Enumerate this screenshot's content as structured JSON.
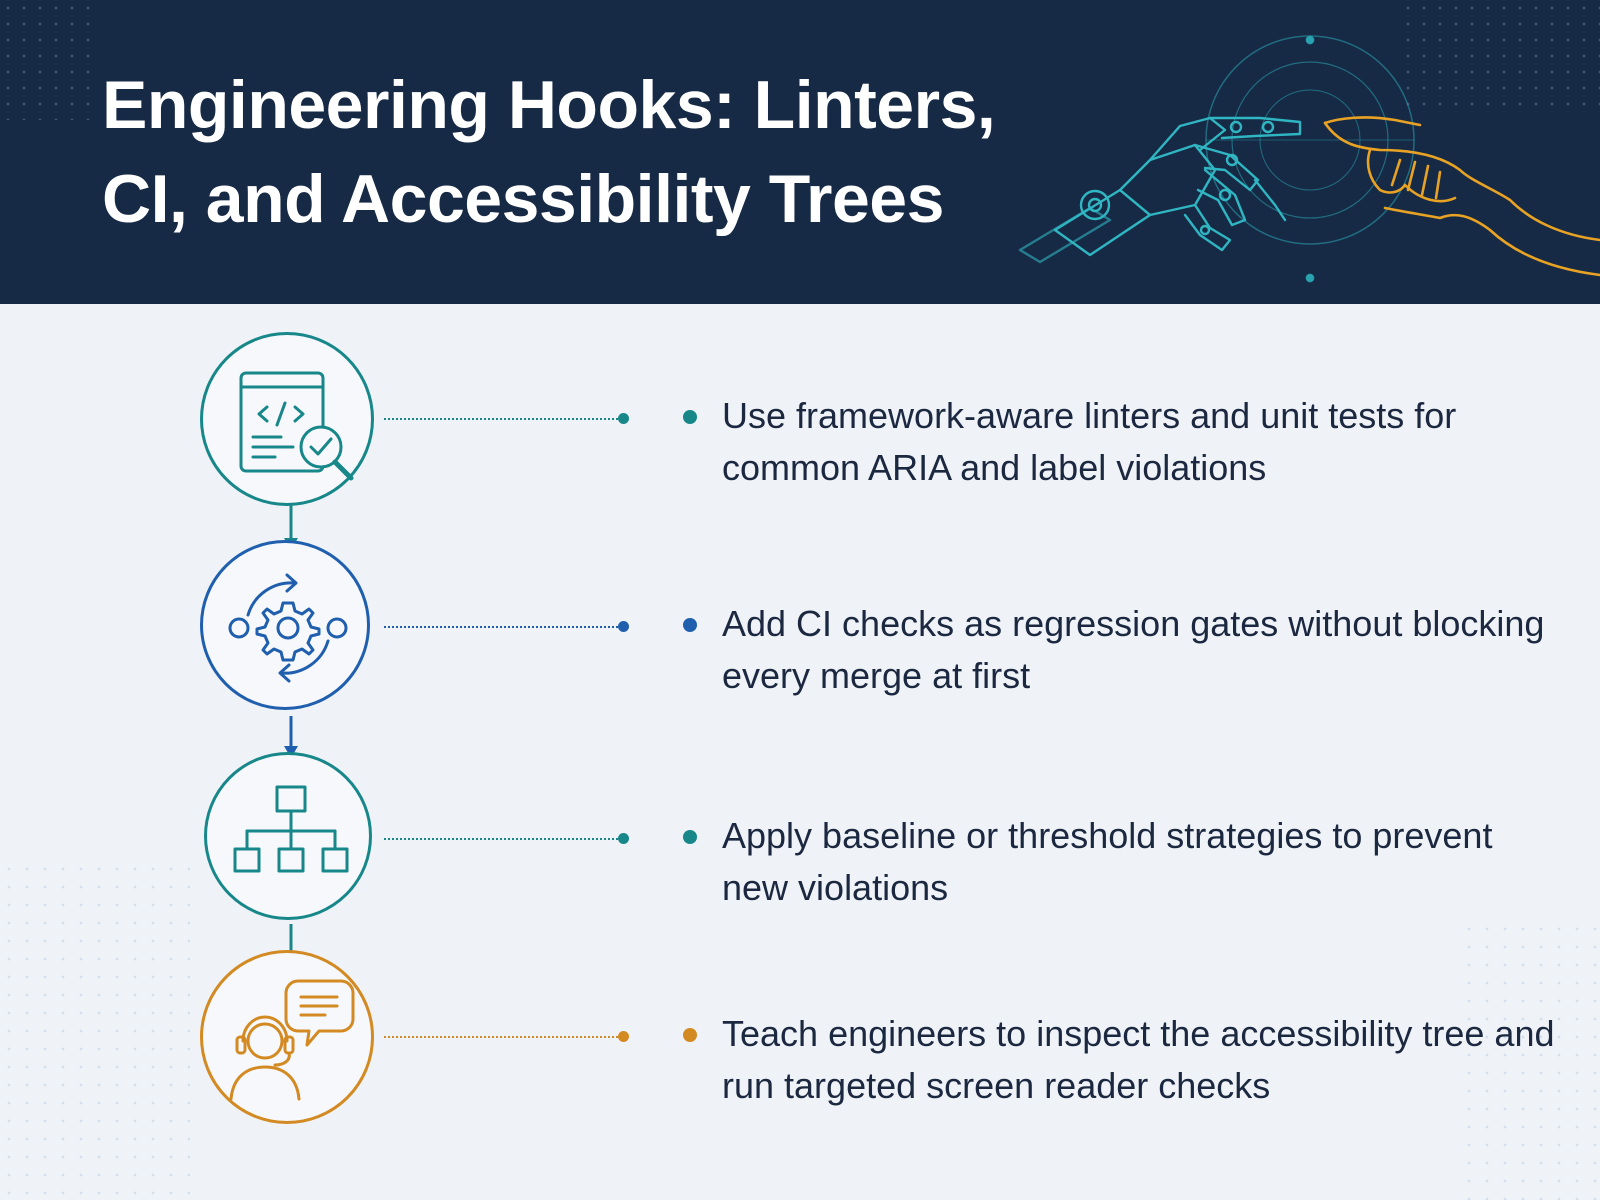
{
  "title": {
    "line1": "Engineering Hooks: Linters,",
    "line2": "CI, and Accessibility Trees"
  },
  "colors": {
    "header_bg": "#172a45",
    "teal": "#17878a",
    "blue": "#1f5fae",
    "orange": "#d38a22",
    "text": "#1b2840"
  },
  "steps": [
    {
      "icon": "code-review-icon",
      "color": "#17878a",
      "text": "Use framework-aware linters and unit tests for common ARIA and label violations"
    },
    {
      "icon": "ci-cycle-gear-icon",
      "color": "#1f5fae",
      "text": "Add CI checks as regression gates without blocking every merge at first"
    },
    {
      "icon": "tree-hierarchy-icon",
      "color": "#17878a",
      "text": "Apply baseline or threshold strategies to prevent new violations"
    },
    {
      "icon": "screen-reader-user-icon",
      "color": "#d38a22",
      "text": "Teach engineers to inspect the accessibility tree and run targeted screen reader checks"
    }
  ]
}
